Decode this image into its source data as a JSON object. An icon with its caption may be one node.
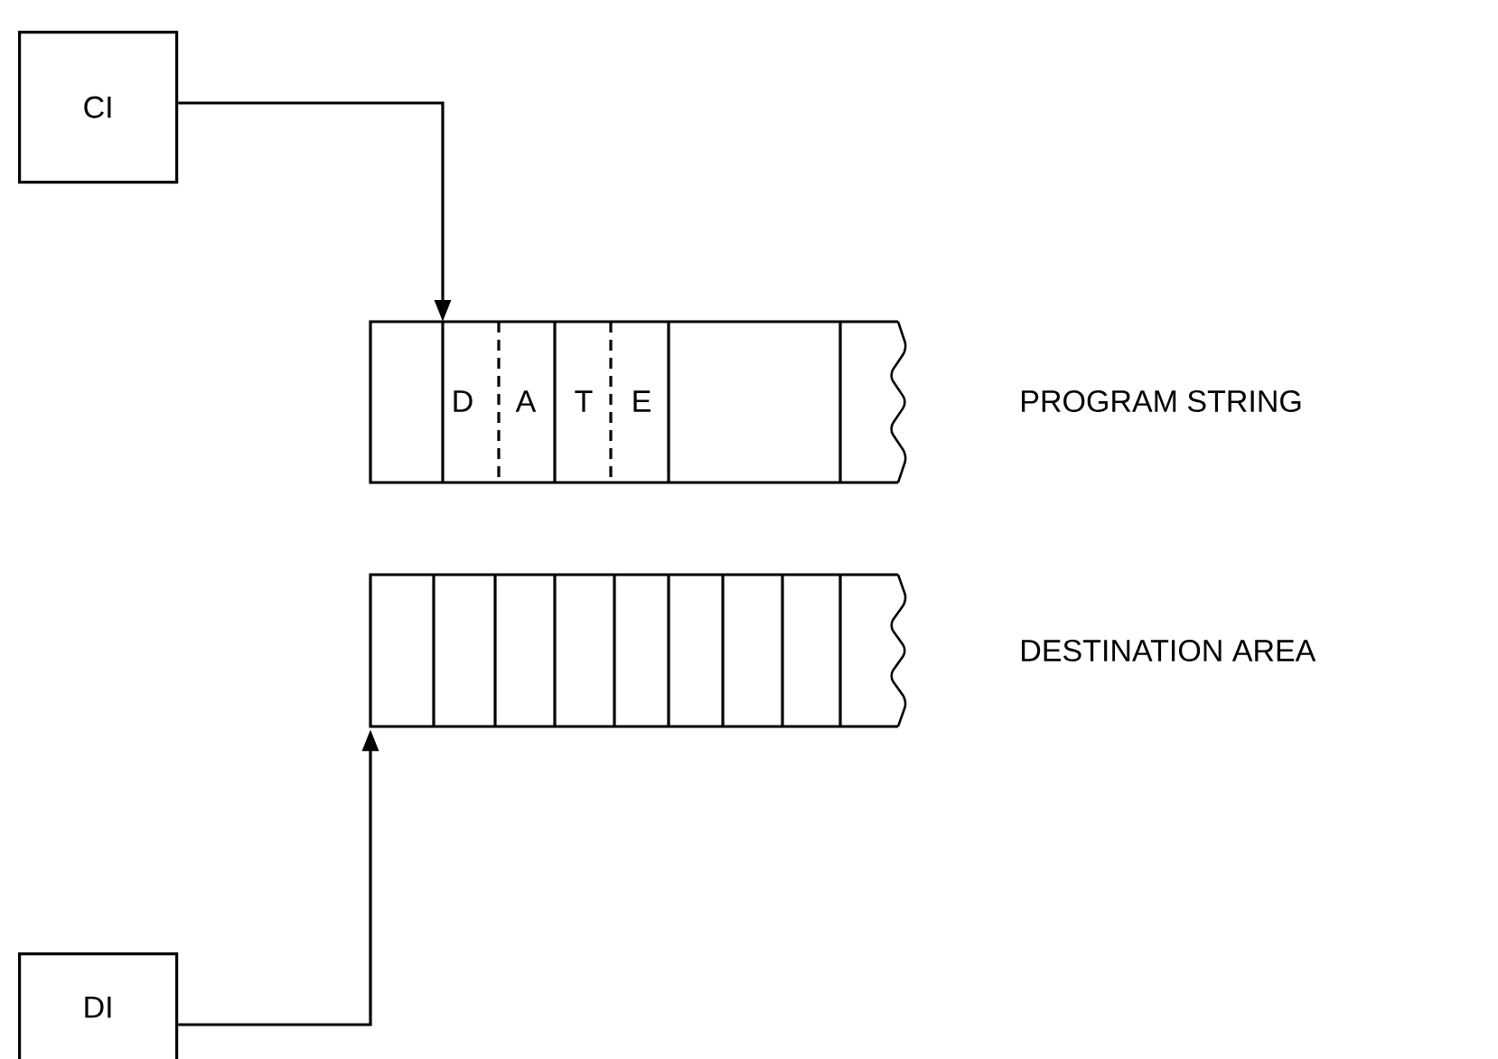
{
  "diagram": {
    "nodes": [
      {
        "text": [
          "CI"
        ]
      },
      {
        "text": [],
        "shape": "bar",
        "beside": [
          "PROGRAM STRING"
        ]
      },
      {
        "text": [],
        "shape": "bar",
        "beside": [
          "DESTINATION AREA"
        ]
      },
      {
        "text": [
          "DI"
        ]
      }
    ],
    "edges": [
      {
        "from": 0,
        "to": 1,
        "arrow": "to"
      },
      {
        "from": 3,
        "to": 2,
        "arrow": "to"
      }
    ],
    "labels": [
      "D",
      "A",
      "T",
      "E"
    ]
  }
}
